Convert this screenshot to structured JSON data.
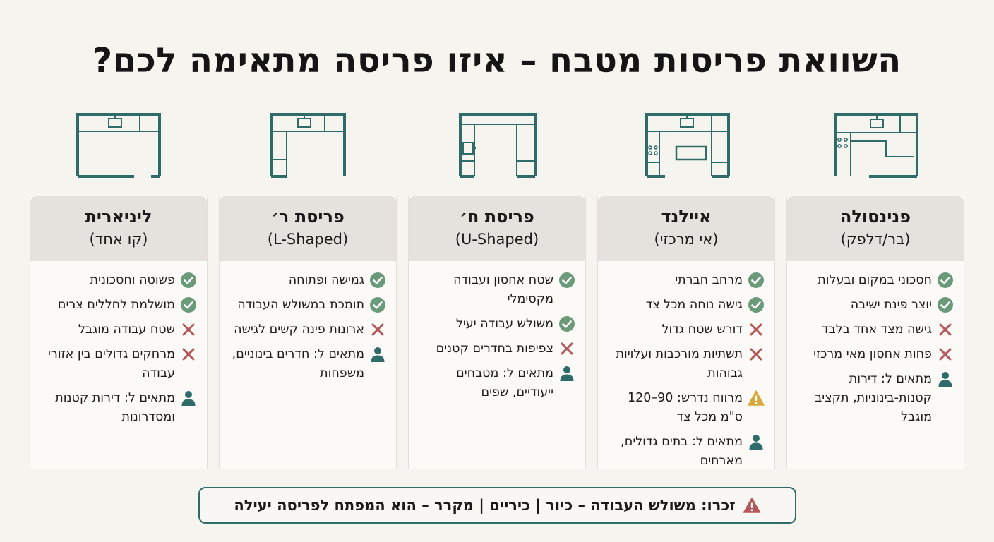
{
  "title": "השוואת פריסות מטבח – איזו פריסה מתאימה לכם?",
  "colors": {
    "accent": "#2f6b69",
    "check": "#6a9a7a",
    "cross": "#b5575a",
    "warn": "#d8a93b",
    "header_bg": "#e5e2dd",
    "background": "#f5f4ef"
  },
  "cards": [
    {
      "title": "פנינסולה",
      "subtitle": "(בר/דלפק)",
      "items": [
        {
          "icon": "check-icon",
          "text": "חסכוני במקום ובעלות"
        },
        {
          "icon": "check-icon",
          "text": "יוצר פינת ישיבה"
        },
        {
          "icon": "cross-icon",
          "text": "גישה מצד אחד בלבד"
        },
        {
          "icon": "cross-icon",
          "text": "פחות אחסון מאי מרכזי"
        },
        {
          "icon": "person-icon",
          "text": "מתאים ל: דירות קטנות-בינוניות, תקציב מוגבל"
        }
      ]
    },
    {
      "title": "איילנד",
      "subtitle": "(אי מרכזי)",
      "items": [
        {
          "icon": "check-icon",
          "text": "מרחב חברתי"
        },
        {
          "icon": "check-icon",
          "text": "גישה נוחה מכל צד"
        },
        {
          "icon": "cross-icon",
          "text": "דורש שטח גדול"
        },
        {
          "icon": "cross-icon",
          "text": "תשתיות מורכבות ועלויות גבוהות"
        },
        {
          "icon": "warning-icon",
          "text": "מרווח נדרש: 90–120 ס\"מ מכל צד"
        },
        {
          "icon": "person-icon",
          "text": "מתאים ל: בתים גדולים, מארחים"
        }
      ]
    },
    {
      "title": "פריסת ח׳",
      "subtitle": "(U-Shaped)",
      "items": [
        {
          "icon": "check-icon",
          "text": "שטח אחסון ועבודה מקסימלי"
        },
        {
          "icon": "check-icon",
          "text": "משולש עבודה יעיל"
        },
        {
          "icon": "cross-icon",
          "text": "צפיפות בחדרים קטנים"
        },
        {
          "icon": "person-icon",
          "text": "מתאים ל: מטבחים ייעודיים, שפים"
        }
      ]
    },
    {
      "title": "פריסת ר׳",
      "subtitle": "(L-Shaped)",
      "items": [
        {
          "icon": "check-icon",
          "text": "גמישה ופתוחה"
        },
        {
          "icon": "check-icon",
          "text": "תומכת במשולש העבודה"
        },
        {
          "icon": "cross-icon",
          "text": "ארונות פינה קשים לגישה"
        },
        {
          "icon": "person-icon",
          "text": "מתאים ל: חדרים בינוניים, משפחות"
        }
      ]
    },
    {
      "title": "ליניארית",
      "subtitle": "(קו אחד)",
      "items": [
        {
          "icon": "check-icon",
          "text": "פשוטה וחסכונית"
        },
        {
          "icon": "check-icon",
          "text": "מושלמת לחללים צרים"
        },
        {
          "icon": "cross-icon",
          "text": "שטח עבודה מוגבל"
        },
        {
          "icon": "cross-icon",
          "text": "מרחקים גדולים בין אזורי עבודה"
        },
        {
          "icon": "person-icon",
          "text": "מתאים ל: דירות קטנות ומסדרונות"
        }
      ]
    }
  ],
  "note": {
    "icon": "warning-icon",
    "text": "זכרו: משולש העבודה – כיור | כיריים | מקרר – הוא המפתח לפריסה יעילה"
  }
}
